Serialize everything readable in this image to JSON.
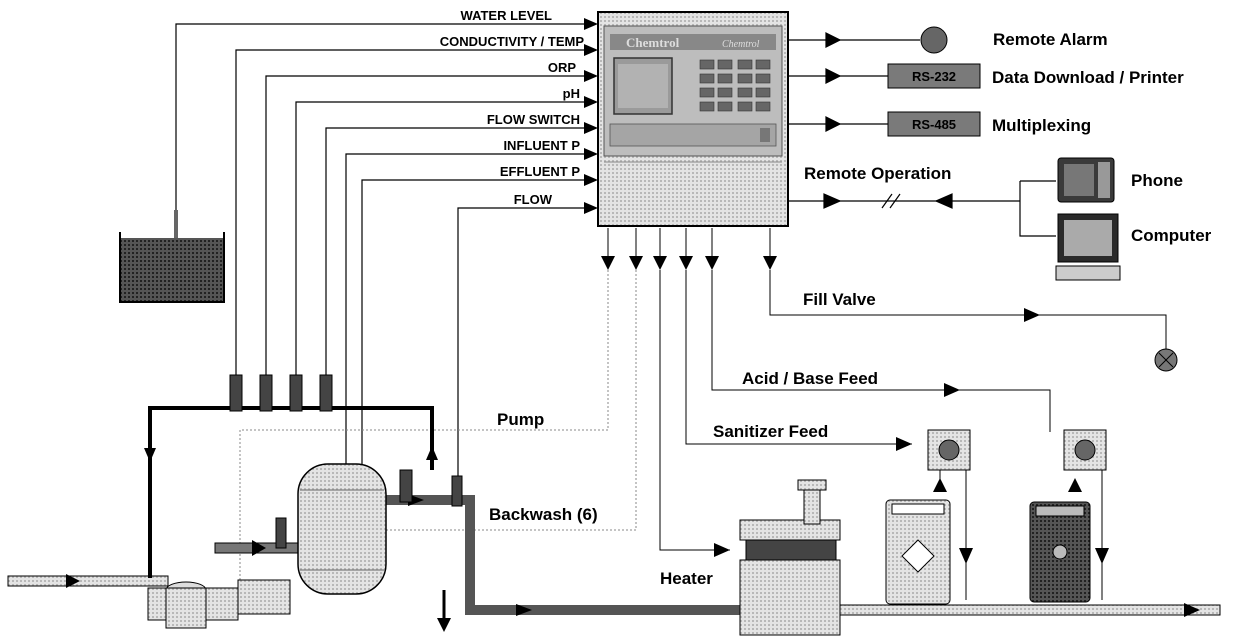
{
  "inputs": {
    "water_level": "WATER LEVEL",
    "conductivity_temp": "CONDUCTIVITY / TEMP",
    "orp": "ORP",
    "ph": "pH",
    "flow_switch": "FLOW SWITCH",
    "influent_p": "INFLUENT P",
    "effluent_p": "EFFLUENT P",
    "flow": "FLOW"
  },
  "controller": {
    "brand": "Chemtrol",
    "model": "Chemtrol"
  },
  "outputs": {
    "remote_alarm": "Remote Alarm",
    "data_download": "Data Download / Printer",
    "multiplexing": "Multiplexing",
    "rs232": "RS-232",
    "rs485": "RS-485",
    "remote_operation": "Remote Operation",
    "phone": "Phone",
    "computer": "Computer"
  },
  "equipment": {
    "fill_valve": "Fill Valve",
    "acid_base_feed": "Acid / Base Feed",
    "sanitizer_feed": "Sanitizer Feed",
    "pump": "Pump",
    "backwash": "Backwash (6)",
    "heater": "Heater"
  },
  "colors": {
    "line": "#000000",
    "light_line": "#888888",
    "pipe": "#6e6e6e",
    "panel": "#d6d6d6",
    "water": "#2a2a2a"
  }
}
